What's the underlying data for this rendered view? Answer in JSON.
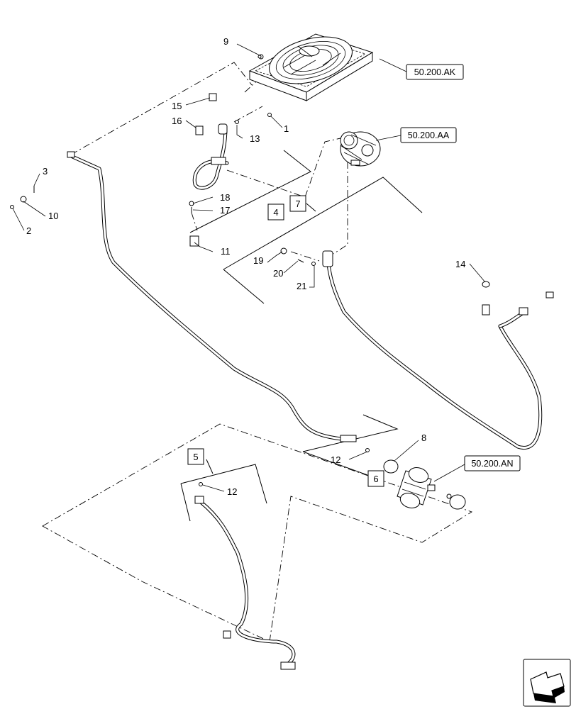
{
  "callouts": {
    "c1": "1",
    "c2": "2",
    "c3": "3",
    "c8": "8",
    "c9": "9",
    "c10": "10",
    "c11": "11",
    "c12a": "12",
    "c12b": "12",
    "c13": "13",
    "c14": "14",
    "c15": "15",
    "c16": "16",
    "c17": "17",
    "c18": "18",
    "c19": "19",
    "c20": "20",
    "c21": "21"
  },
  "groups": {
    "g4": "4",
    "g5": "5",
    "g6": "6",
    "g7": "7"
  },
  "references": {
    "condenser": "50.200.AK",
    "compressor": "50.200.AA",
    "receiver_drier": "50.200.AN"
  },
  "icons": {
    "navigation": "next-page-arrow-icon"
  }
}
